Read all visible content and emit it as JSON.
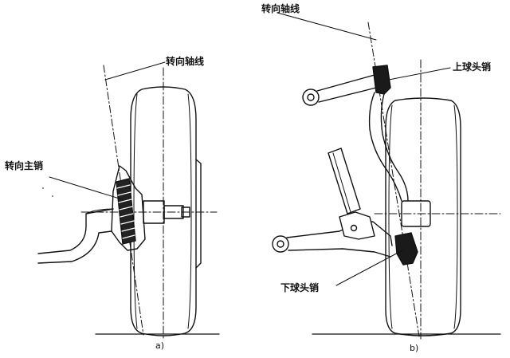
{
  "figure_a": {
    "caption": "a)",
    "labels": {
      "steering_axis": "转向轴线",
      "kingpin": "转向主销"
    }
  },
  "figure_b": {
    "caption": "b)",
    "labels": {
      "steering_axis": "转向轴线",
      "upper_ball_joint": "上球头销",
      "lower_ball_joint": "下球头销"
    }
  }
}
